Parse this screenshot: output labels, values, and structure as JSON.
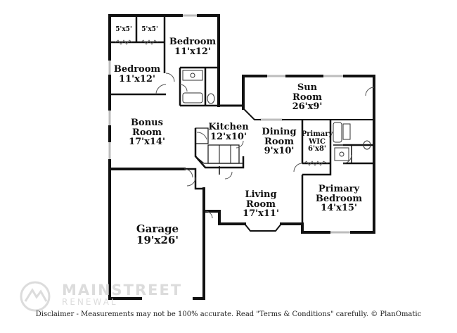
{
  "rooms": {
    "closet1": {
      "name": "5'x5'"
    },
    "closet2": {
      "name": "5'x5'"
    },
    "bedroom_top": {
      "name": "Bedroom",
      "size": "11'x12'"
    },
    "bedroom_left": {
      "name": "Bedroom",
      "size": "11'x12'"
    },
    "sun_room": {
      "line1": "Sun",
      "line2": "Room",
      "size": "26'x9'"
    },
    "bonus_room": {
      "line1": "Bonus",
      "line2": "Room",
      "size": "17'x14'"
    },
    "kitchen": {
      "name": "Kitchen",
      "size": "12'x10'"
    },
    "dining_room": {
      "line1": "Dining",
      "line2": "Room",
      "size": "9'x10'"
    },
    "primary_wic": {
      "line1": "Primary",
      "line2": "WIC",
      "size": "6'x8'"
    },
    "living_room": {
      "line1": "Living",
      "line2": "Room",
      "size": "17'x11'"
    },
    "primary_bedroom": {
      "line1": "Primary",
      "line2": "Bedroom",
      "size": "14'x15'"
    },
    "garage": {
      "name": "Garage",
      "size": "19'x26'"
    }
  },
  "watermark": {
    "line1": "MAINSTREET",
    "line2": "RENEWAL"
  },
  "disclaimer": "Disclaimer - Measurements may not be 100% accurate. Read \"Terms & Conditions\" carefully. © PlanOmatic"
}
